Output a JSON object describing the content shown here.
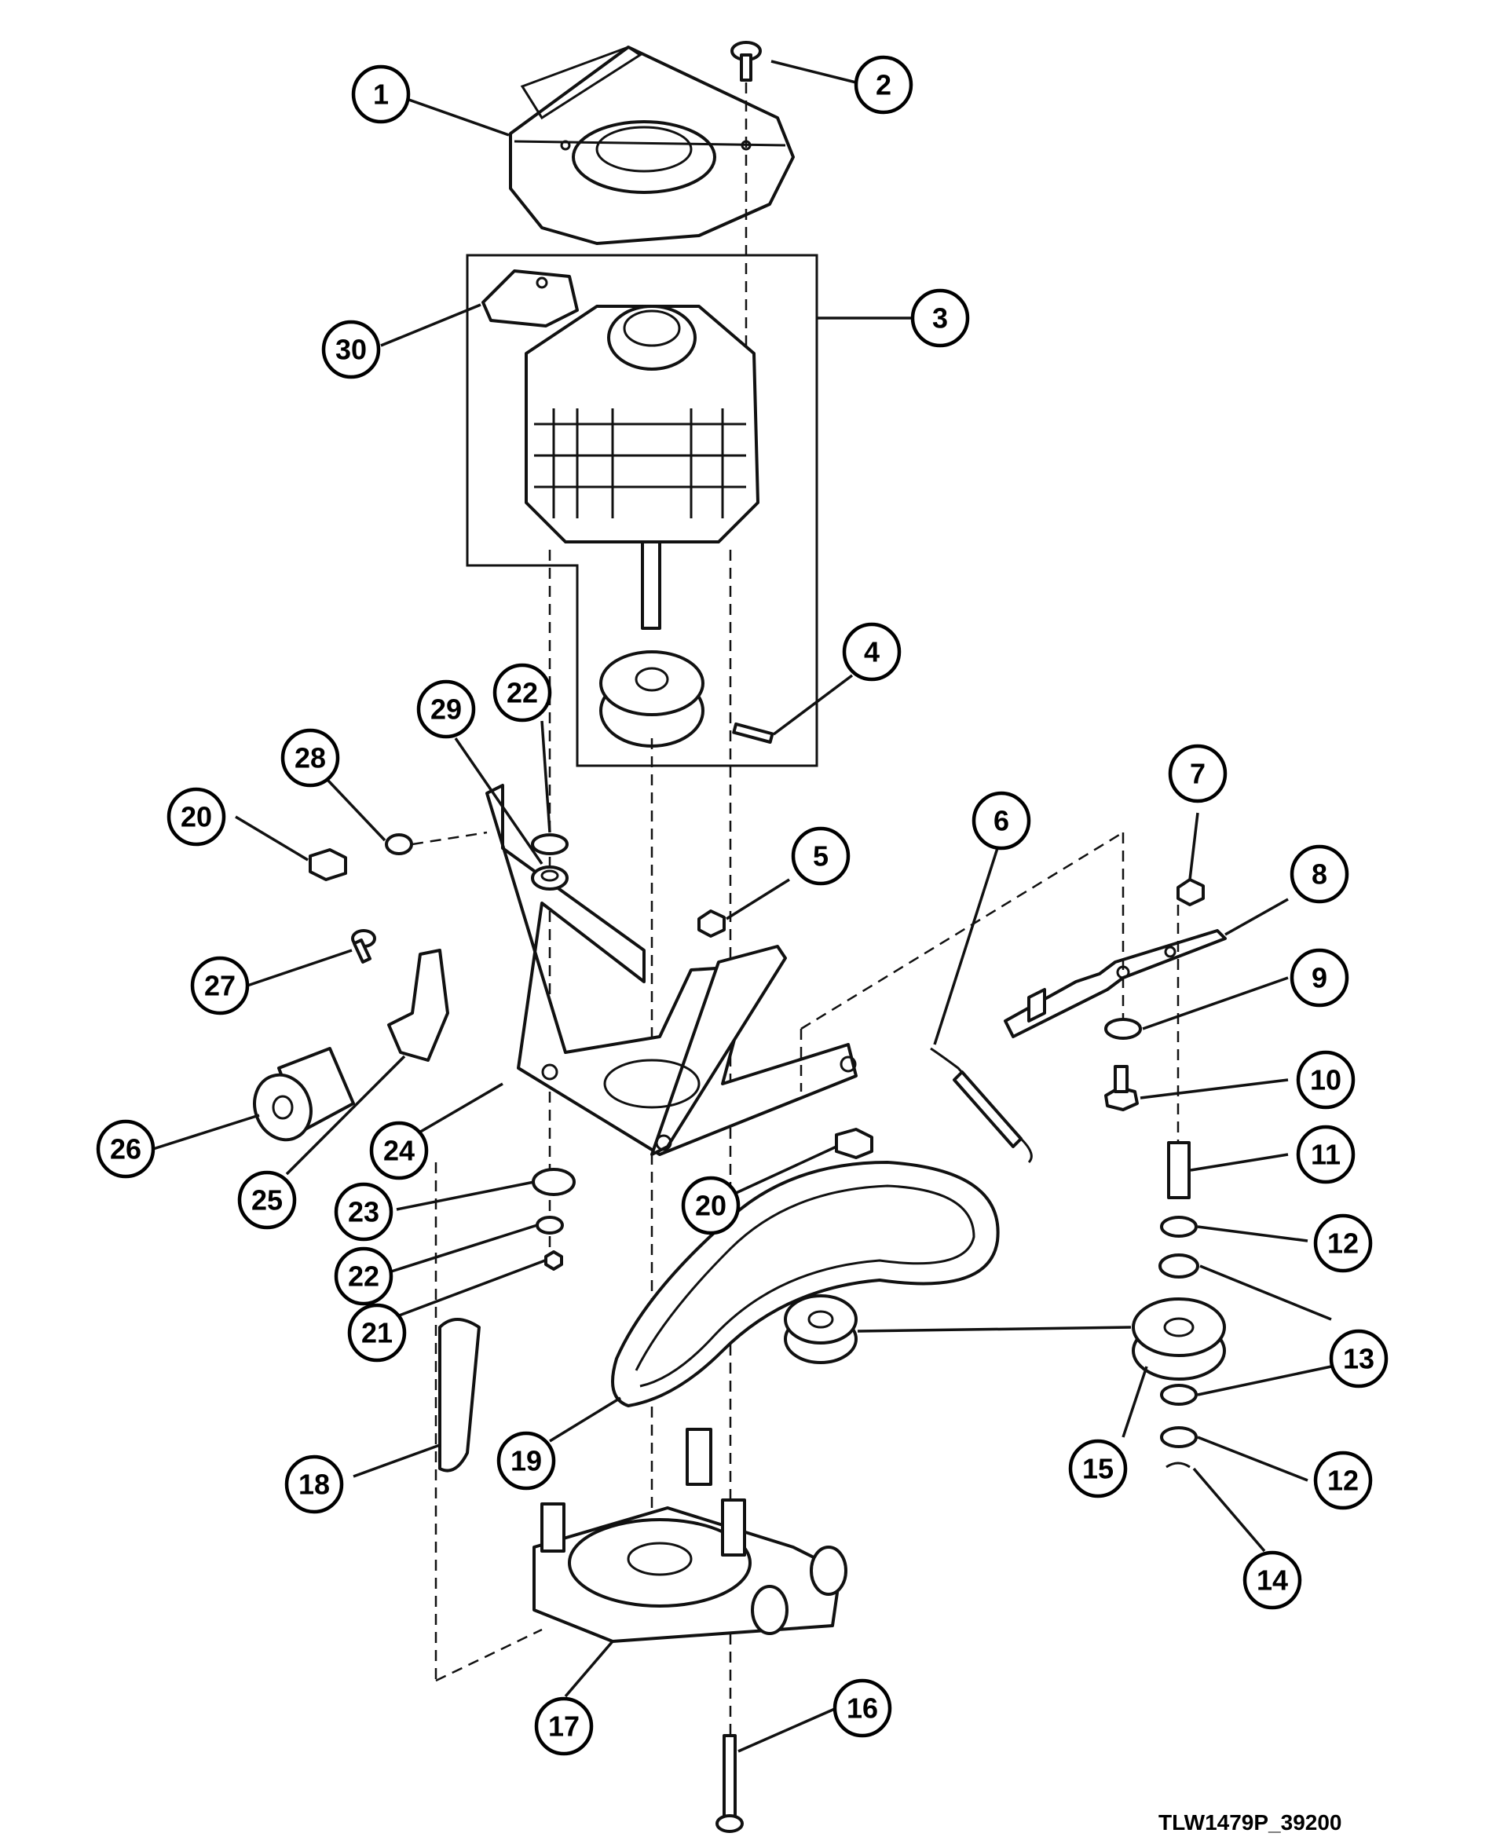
{
  "diagram": {
    "figure_code": "TLW1479P_39200",
    "colors": {
      "line": "#111111",
      "background": "#ffffff"
    },
    "callouts": [
      {
        "id": "c1",
        "label": "1"
      },
      {
        "id": "c2",
        "label": "2"
      },
      {
        "id": "c3",
        "label": "3"
      },
      {
        "id": "c30",
        "label": "30"
      },
      {
        "id": "c4",
        "label": "4"
      },
      {
        "id": "c22a",
        "label": "22"
      },
      {
        "id": "c29",
        "label": "29"
      },
      {
        "id": "c28",
        "label": "28"
      },
      {
        "id": "c20a",
        "label": "20"
      },
      {
        "id": "c5",
        "label": "5"
      },
      {
        "id": "c6",
        "label": "6"
      },
      {
        "id": "c7",
        "label": "7"
      },
      {
        "id": "c8",
        "label": "8"
      },
      {
        "id": "c9",
        "label": "9"
      },
      {
        "id": "c10",
        "label": "10"
      },
      {
        "id": "c11",
        "label": "11"
      },
      {
        "id": "c12a",
        "label": "12"
      },
      {
        "id": "c13",
        "label": "13"
      },
      {
        "id": "c15",
        "label": "15"
      },
      {
        "id": "c12b",
        "label": "12"
      },
      {
        "id": "c14",
        "label": "14"
      },
      {
        "id": "c27",
        "label": "27"
      },
      {
        "id": "c26",
        "label": "26"
      },
      {
        "id": "c25",
        "label": "25"
      },
      {
        "id": "c24",
        "label": "24"
      },
      {
        "id": "c20b",
        "label": "20"
      },
      {
        "id": "c23",
        "label": "23"
      },
      {
        "id": "c22b",
        "label": "22"
      },
      {
        "id": "c21",
        "label": "21"
      },
      {
        "id": "c18",
        "label": "18"
      },
      {
        "id": "c19",
        "label": "19"
      },
      {
        "id": "c17",
        "label": "17"
      },
      {
        "id": "c16",
        "label": "16"
      }
    ]
  }
}
